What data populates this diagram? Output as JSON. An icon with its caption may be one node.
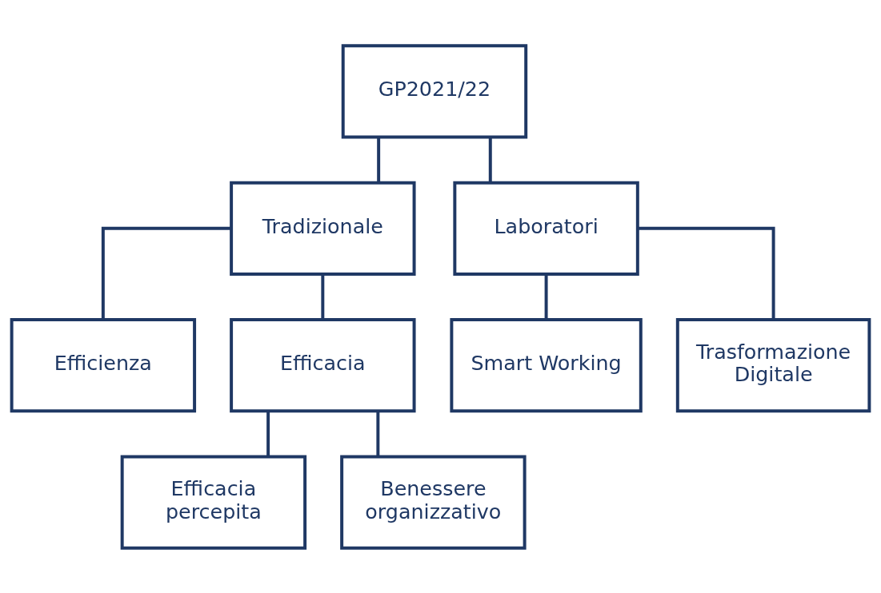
{
  "diagram": {
    "nodes": [
      {
        "text": [
          "GP2021/22"
        ]
      },
      {
        "text": [
          "Tradizionale"
        ]
      },
      {
        "text": [
          "Laboratori"
        ]
      },
      {
        "text": [
          "Efficienza"
        ]
      },
      {
        "text": [
          "Efficacia"
        ]
      },
      {
        "text": [
          "Efficacia percepita"
        ]
      },
      {
        "text": [
          "Benessere organizzativo"
        ]
      },
      {
        "text": [
          "Smart Working"
        ]
      },
      {
        "text": [
          "Trasformazione Digitale"
        ]
      }
    ],
    "edges": [
      {
        "from": 0,
        "to": 1,
        "arrow": "none"
      },
      {
        "from": 0,
        "to": 2,
        "arrow": "none"
      },
      {
        "from": 1,
        "to": 3,
        "arrow": "none"
      },
      {
        "from": 1,
        "to": 4,
        "arrow": "none"
      },
      {
        "from": 4,
        "to": 5,
        "arrow": "none"
      },
      {
        "from": 4,
        "to": 6,
        "arrow": "none"
      },
      {
        "from": 2,
        "to": 7,
        "arrow": "none"
      },
      {
        "from": 2,
        "to": 8,
        "arrow": "none"
      }
    ]
  }
}
